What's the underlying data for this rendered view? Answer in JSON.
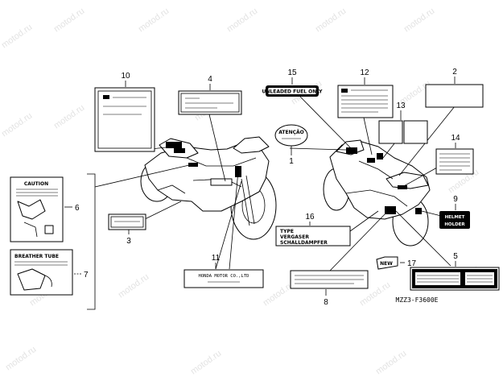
{
  "watermark": "motod.ru",
  "diagram_code": "MZZ3-F3600E",
  "callouts": {
    "n1": "1",
    "n2": "2",
    "n3": "3",
    "n4": "4",
    "n5": "5",
    "n6": "6",
    "n7": "7",
    "n8": "8",
    "n9": "9",
    "n10": "10",
    "n11": "11",
    "n12": "12",
    "n13": "13",
    "n14": "14",
    "n15": "15",
    "n16": "16",
    "n17": "17"
  },
  "labels": {
    "unleaded": "UNLEADED FUEL ONLY",
    "atencao": "ATENÇÃO",
    "caution": "CAUTION",
    "breather": "BREATHER TUBE",
    "honda": "HONDA MOTOR CO.,LTD",
    "type_l1": "TYPE",
    "type_l2": "VERGASER",
    "type_l3": "SCHALLDAMPFER",
    "helmet_l1": "HELMET",
    "helmet_l2": "HOLDER",
    "new": "NEW"
  }
}
